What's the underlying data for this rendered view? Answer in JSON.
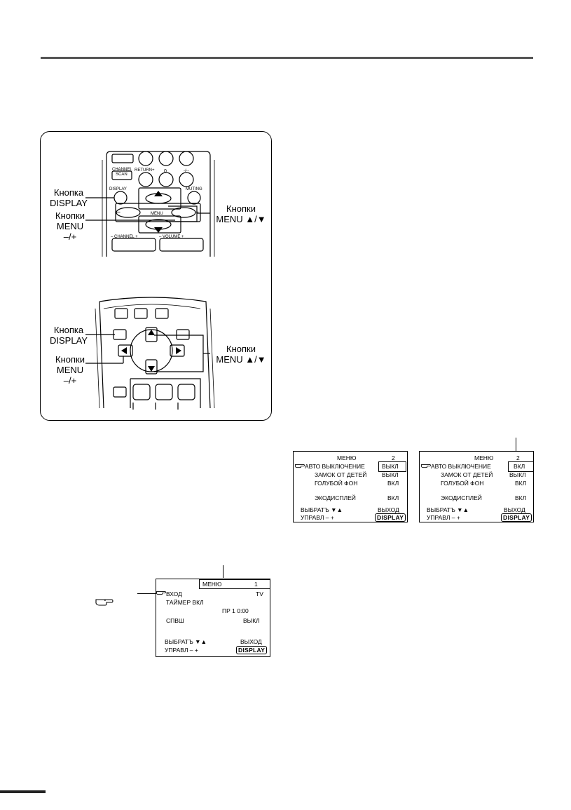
{
  "remote1": {
    "btn_channel_scan": "CHANNEL\nSCAN",
    "btn_return": "RETURN",
    "btn_plus": "+",
    "btn_zero": "0",
    "btn_dash": "-/--",
    "btn_display": "DISPLAY",
    "btn_muting": "MUTING",
    "btn_menu": "MENU",
    "btn_minus_sign": "–",
    "btn_plus_sign": "+",
    "channel_label": "– CHANNEL +",
    "volume_label": "– VOLUME +"
  },
  "labels": {
    "display_btn_1": "Кнопка\nDISPLAY",
    "menu_pm_1": "Кнопки\nMENU –/+",
    "menu_ud_1": "Кнопки\nMENU ▲/▼",
    "display_btn_2": "Кнопка\nDISPLAY",
    "menu_pm_2": "Кнопки\nMENU –/+",
    "menu_ud_2": "Кнопки\nMENU ▲/▼"
  },
  "osd_main": {
    "menu_title": "МЕНЮ",
    "menu_page": "1",
    "input_label": "ВХОД",
    "input_value": "TV",
    "timer_label": "ТАЙМЕР ВКЛ",
    "timer_value": "ПР 1   0:00",
    "spvsh_label": "СПВШ",
    "spvsh_value": "ВЫКЛ",
    "select_label": "ВЫБРАТЪ ▼▲",
    "exit_label": "ВЫХОД",
    "control_label": "УПРАВЛ   – +",
    "display_badge": "DISPLAY"
  },
  "osd_left": {
    "menu_title": "МЕНЮ",
    "menu_page": "2",
    "auto_off_label": "АВТО ВЫКЛЮЧЕНИЕ",
    "auto_off_value": "ВЫКЛ",
    "child_lock_label": "ЗАМОК ОТ ДЕТЕЙ",
    "child_lock_value": "ВЫКЛ",
    "blue_bg_label": "ГОЛУБОЙ ФОН",
    "blue_bg_value": "ВКЛ",
    "eco_label": "ЭКОДИСПЛЕЙ",
    "eco_value": "ВКЛ",
    "select_label": "ВЫБРАТЪ ▼▲",
    "exit_label": "ВЫХОД",
    "control_label": "УПРАВЛ   – +",
    "display_badge": "DISPLAY"
  },
  "osd_right": {
    "menu_title": "МЕНЮ",
    "menu_page": "2",
    "auto_off_label": "АВТО ВЫКЛЮЧЕНИЕ",
    "auto_off_value": "ВКЛ",
    "child_lock_label": "ЗАМОК ОТ ДЕТЕЙ",
    "child_lock_value": "ВЫКЛ",
    "blue_bg_label": "ГОЛУБОЙ ФОН",
    "blue_bg_value": "ВКЛ",
    "eco_label": "ЭКОДИСПЛЕЙ",
    "eco_value": "ВКЛ",
    "select_label": "ВЫБРАТЪ ▼▲",
    "exit_label": "ВЫХОД",
    "control_label": "УПРАВЛ   – +",
    "display_badge": "DISPLAY"
  },
  "icons": {
    "pointer": "pointing-hand-icon"
  }
}
